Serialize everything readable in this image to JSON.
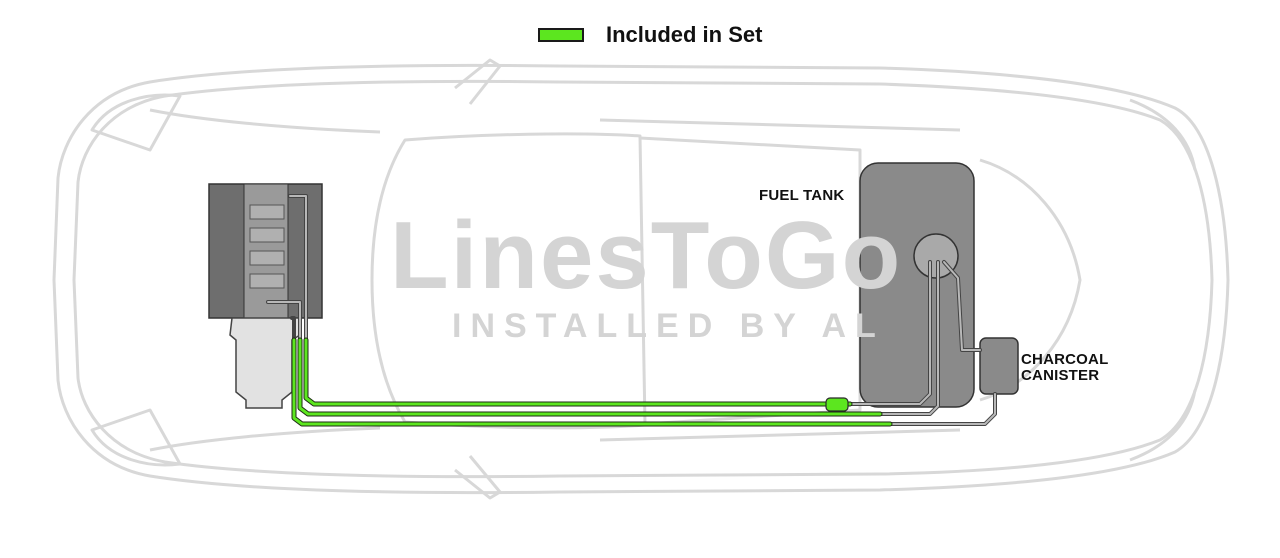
{
  "legend": {
    "label": "Included in Set",
    "swatch_color": "#5ce61f"
  },
  "labels": {
    "fuel_tank": "FUEL TANK",
    "charcoal": "CHARCOAL",
    "canister": "CANISTER"
  },
  "watermark": {
    "brand": "LinesToGo",
    "tagline": "INSTALLED BY AL"
  },
  "colors": {
    "car_outline": "#d8d8d8",
    "component_fill": "#8a8a8a",
    "line_gray": "#9a9a9a",
    "line_included": "#5ce61f"
  }
}
